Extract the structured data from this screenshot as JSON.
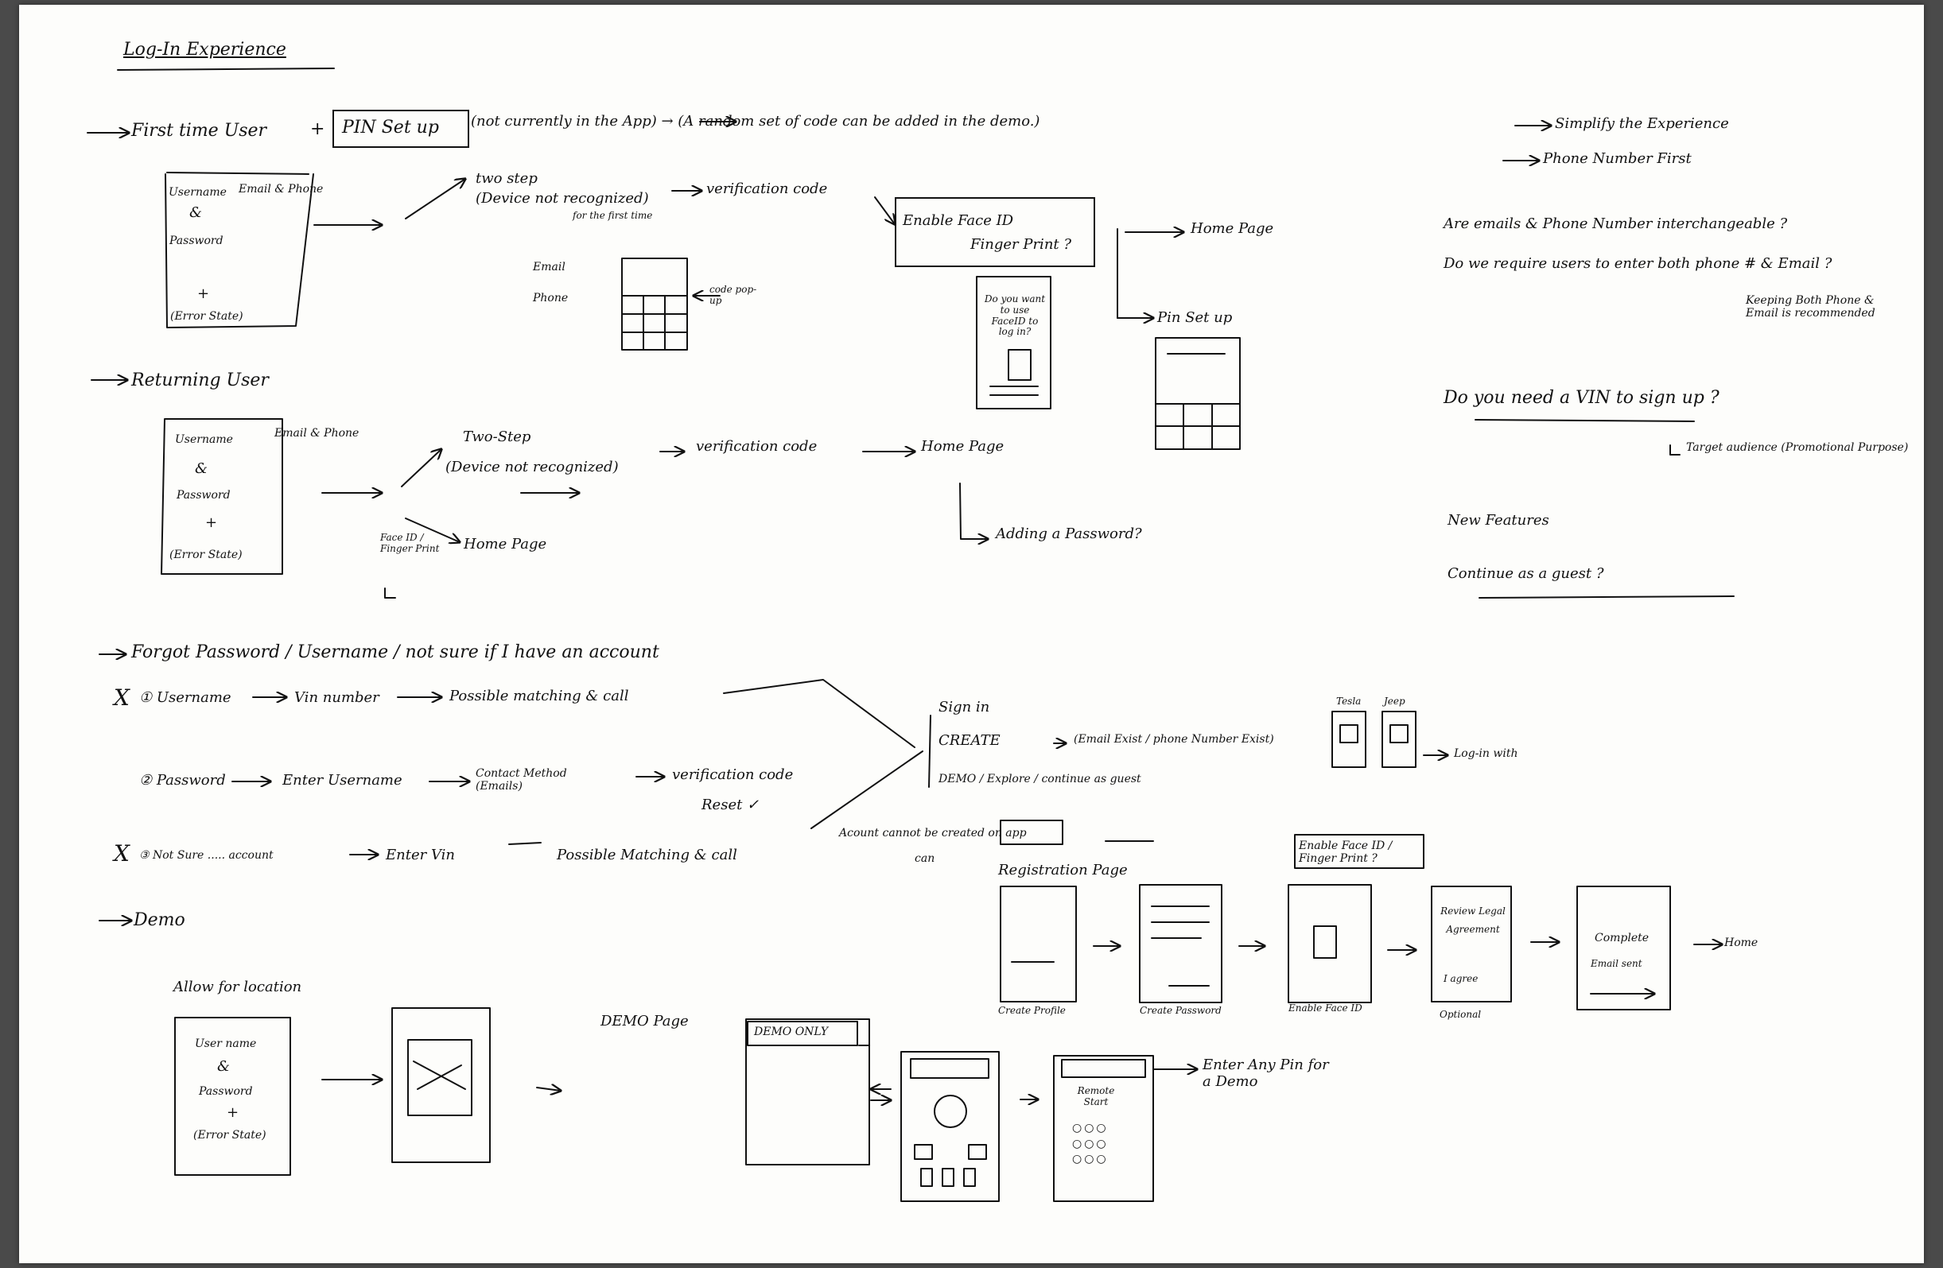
{
  "title": "Log-In Experience",
  "first_time": {
    "label": "First time User",
    "plus": "+",
    "pin_setup": "PIN Set up",
    "note": "(not currently in the App) → (A random set of code can be added in the demo.)",
    "card": [
      "Username",
      "&",
      "Password",
      "+",
      "(Error State)"
    ],
    "card_note": "Email & Phone",
    "two_step": "two step",
    "device_not_recognized": "(Device not recognized)",
    "for_first_time": "for the first time",
    "verification_code": "verification code",
    "email_option": "Email",
    "phone_option": "Phone",
    "code_popup": "code pop-up",
    "enable_face_id": "Enable Face ID",
    "finger_print": "Finger Print ?",
    "prompt": "Do you want to use FaceID to log in?",
    "home_page": "Home Page",
    "pin_set_up": "Pin Set up"
  },
  "returning": {
    "label": "Returning User",
    "card": [
      "Username",
      "&",
      "Password",
      "+",
      "(Error State)"
    ],
    "card_note": "Email & Phone",
    "two_step": "Two-Step",
    "device_not_recognized": "(Device not recognized)",
    "verification_code": "verification code",
    "home_page": "Home Page",
    "face_id": "Face ID / Finger Print",
    "home_page_2": "Home Page",
    "adding_password": "Adding a Password?"
  },
  "notes": {
    "simplify": "Simplify the Experience",
    "phone_first": "Phone Number First",
    "q1": "Are emails & Phone Number interchangeable ?",
    "q2": "Do we require users to enter both phone # & Email ?",
    "keeping_both": "Keeping Both Phone & Email is recommended",
    "q3": "Do you need a VIN to sign up ?",
    "target": "Target audience (Promotional Purpose)",
    "new_features": "New Features",
    "continue_guest": "Continue as a guest ?"
  },
  "forgot": {
    "label": "Forgot Password / Username / not sure if I have an account",
    "username_row": [
      "① Username",
      "Vin number",
      "Possible matching & call"
    ],
    "password_row": [
      "② Password",
      "Enter Username",
      "Contact Method (Emails)",
      "verification code",
      "Reset ✓"
    ],
    "notsure_row": [
      "③ Not Sure ..... account",
      "Enter Vin",
      "Possible Matching & call"
    ],
    "options": [
      "Sign in",
      "CREATE",
      "DEMO / Explore / continue as guest"
    ],
    "create_note": "(Email Exist / phone Number Exist)",
    "brands": [
      "Tesla",
      "Jeep"
    ],
    "login_with": "Log-in with",
    "cannot_create": "Acount cannot be created on app",
    "can": "can",
    "registration_page": "Registration Page"
  },
  "registration": {
    "enable_face_id": "Enable Face ID / Finger Print ?",
    "screens": [
      "Create Profile",
      "Create Password",
      "Enable Face ID",
      "Optional",
      "Complete"
    ],
    "review": "Review Legal Agreement",
    "agree": "I agree",
    "complete": "Complete",
    "email_sent": "Email sent",
    "home": "Home"
  },
  "demo": {
    "label": "Demo",
    "allow_location": "Allow for location",
    "card": [
      "User name",
      "&",
      "Password",
      "+",
      "(Error State)"
    ],
    "demo_page": "DEMO Page",
    "demo_only": "DEMO ONLY",
    "remote_start": "Remote Start",
    "enter_pin": "Enter Any Pin for a Demo"
  }
}
